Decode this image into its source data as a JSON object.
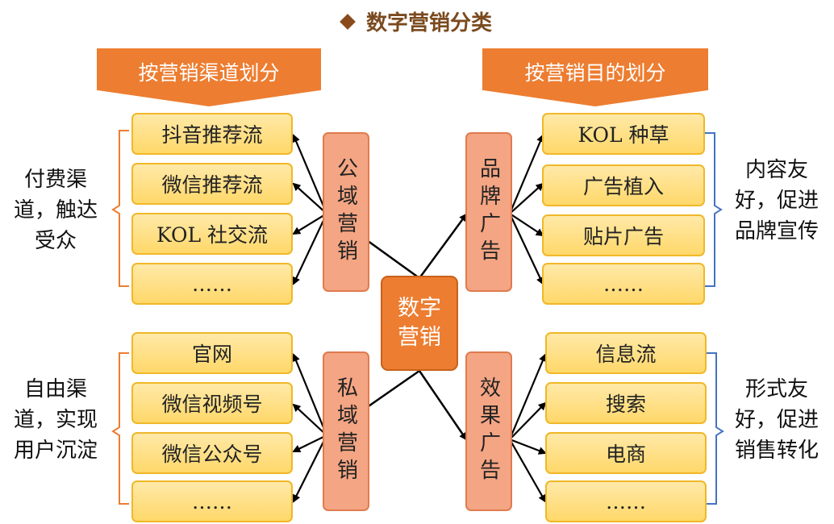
{
  "title": "数字营销分类",
  "banners": {
    "left": "按营销渠道划分",
    "right": "按营销目的划分"
  },
  "center": "数字营销",
  "categories": {
    "public": "公域营销",
    "private": "私域营销",
    "brand": "品牌广告",
    "effect": "效果广告"
  },
  "public_items": [
    "抖音推荐流",
    "微信推荐流",
    "KOL 社交流",
    "……"
  ],
  "private_items": [
    "官网",
    "微信视频号",
    "微信公众号",
    "……"
  ],
  "brand_items": [
    "KOL 种草",
    "广告植入",
    "贴片广告",
    "……"
  ],
  "effect_items": [
    "信息流",
    "搜索",
    "电商",
    "……"
  ],
  "notes": {
    "public": "付费渠道，触达受众",
    "private": "自由渠道，实现用户沉淀",
    "brand": "内容友好，促进品牌宣传",
    "effect": "形式友好，促进销售转化"
  },
  "colors": {
    "accent": "#ed7d31",
    "item_fill": "#ffd86a",
    "item_border": "#f0b828",
    "category_fill": "#f4a583",
    "left_bracket": "#ed7d31",
    "right_bracket": "#4472c4",
    "title": "#7a4a1e"
  }
}
